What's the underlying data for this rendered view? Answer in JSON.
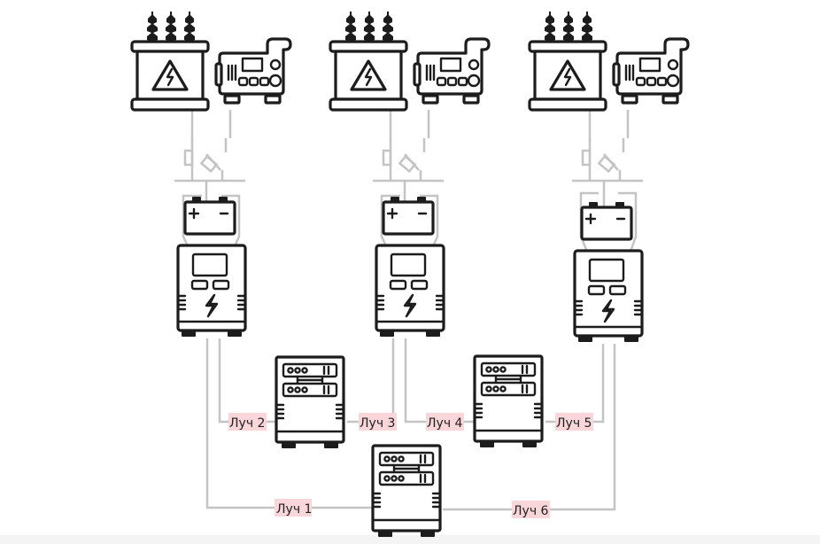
{
  "diagram": {
    "title": "",
    "type": "power-supply-ring-topology",
    "colors": {
      "ink": "#1c1c1c",
      "wire": "#c4c4c4",
      "label_bg": "#f8d6d9",
      "background": "#ffffff"
    },
    "sources": [
      {
        "id": "A",
        "transformer_icon": "transformer-icon",
        "generator_icon": "generator-icon",
        "switch_icon": "transfer-switch-icon",
        "battery_icon": "battery-icon",
        "ups_icon": "ups-icon"
      },
      {
        "id": "B",
        "transformer_icon": "transformer-icon",
        "generator_icon": "generator-icon",
        "switch_icon": "transfer-switch-icon",
        "battery_icon": "battery-icon",
        "ups_icon": "ups-icon"
      },
      {
        "id": "C",
        "transformer_icon": "transformer-icon",
        "generator_icon": "generator-icon",
        "switch_icon": "transfer-switch-icon",
        "battery_icon": "battery-icon",
        "ups_icon": "ups-icon"
      }
    ],
    "battery_symbols": {
      "plus": "+",
      "minus": "−"
    },
    "loads": [
      {
        "id": "rack-left",
        "icon": "server-rack-icon"
      },
      {
        "id": "rack-right",
        "icon": "server-rack-icon"
      },
      {
        "id": "rack-bottom",
        "icon": "server-rack-icon"
      }
    ],
    "rays": [
      {
        "label": "Луч 1",
        "from": "A",
        "to": "rack-bottom"
      },
      {
        "label": "Луч 2",
        "from": "A",
        "to": "rack-left"
      },
      {
        "label": "Луч 3",
        "from": "B",
        "to": "rack-left"
      },
      {
        "label": "Луч 4",
        "from": "B",
        "to": "rack-right"
      },
      {
        "label": "Луч 5",
        "from": "C",
        "to": "rack-right"
      },
      {
        "label": "Луч 6",
        "from": "C",
        "to": "rack-bottom"
      }
    ]
  }
}
